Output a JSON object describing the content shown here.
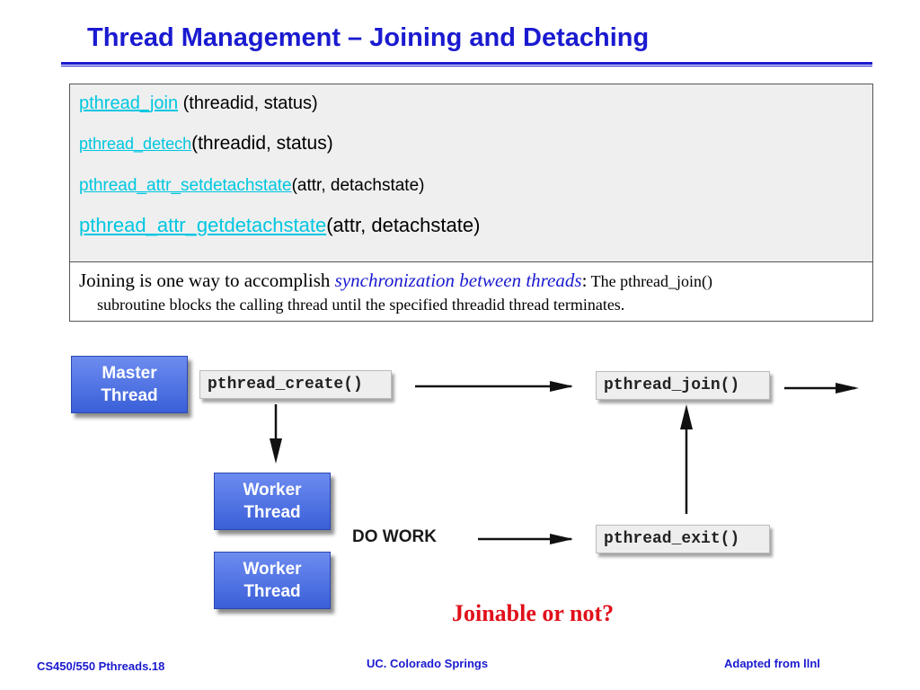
{
  "title": "Thread Management – Joining and Detaching",
  "functions": [
    {
      "name": "pthread_join",
      "args": " (threadid, status)"
    },
    {
      "name": "pthread_detech",
      "args": "(threadid, status)"
    },
    {
      "name": "pthread_attr_setdetachstate",
      "args": "(attr, detachstate)"
    },
    {
      "name": "pthread_attr_getdetachstate",
      "args": "(attr, detachstate)"
    }
  ],
  "description": {
    "lead": "Joining is one way to accomplish ",
    "emphasis": "synchronization between threads",
    "colon": ":",
    "tail": " The pthread_join()",
    "line2": "subroutine blocks the calling thread until the specified threadid thread terminates."
  },
  "diagram": {
    "master_line1": "Master",
    "master_line2": "Thread",
    "worker1_line1": "Worker",
    "worker1_line2": "Thread",
    "worker2_line1": "Worker",
    "worker2_line2": "Thread",
    "create_call": "pthread_create()",
    "join_call": "pthread_join()",
    "exit_call": "pthread_exit()",
    "do_work": "DO WORK",
    "question": "Joinable or not?",
    "colors": {
      "thread_box": "#4a6ee0",
      "link": "#00c7e0",
      "question": "#e0101a",
      "title": "#1a1ad0"
    }
  },
  "footer": {
    "left": "CS450/550 Pthreads.18",
    "center": "UC. Colorado Springs",
    "right": "Adapted from llnl"
  }
}
